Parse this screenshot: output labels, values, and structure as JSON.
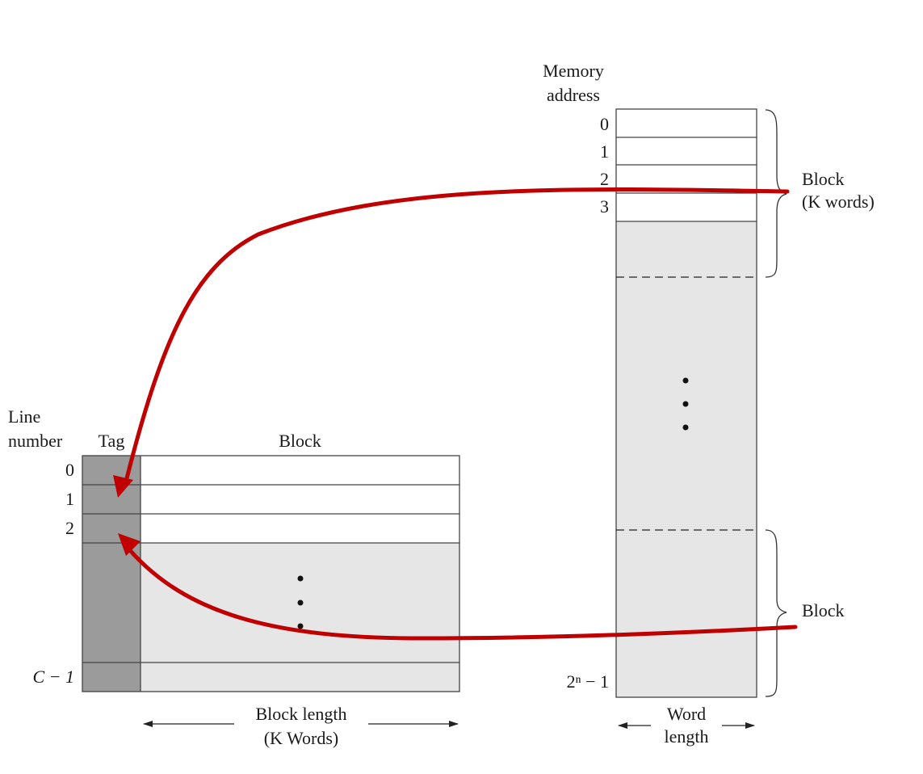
{
  "cache": {
    "line_label_1": "Line",
    "line_label_2": "number",
    "tag_label": "Tag",
    "block_label": "Block",
    "line_numbers": [
      "0",
      "1",
      "2",
      "C − 1"
    ],
    "block_length_1": "Block length",
    "block_length_2": "(K Words)"
  },
  "memory": {
    "address_label_1": "Memory",
    "address_label_2": "address",
    "addresses": [
      "0",
      "1",
      "2",
      "3",
      "2ⁿ − 1"
    ],
    "block_label_1": "Block",
    "block_label_2": "(K words)",
    "block_label_lower": "Block",
    "word_length_1": "Word",
    "word_length_2": "length"
  },
  "colors": {
    "arrow": "#c00000",
    "shade": "#e6e6e6",
    "tag_shade": "#9b9b9b",
    "line": "#444444"
  }
}
